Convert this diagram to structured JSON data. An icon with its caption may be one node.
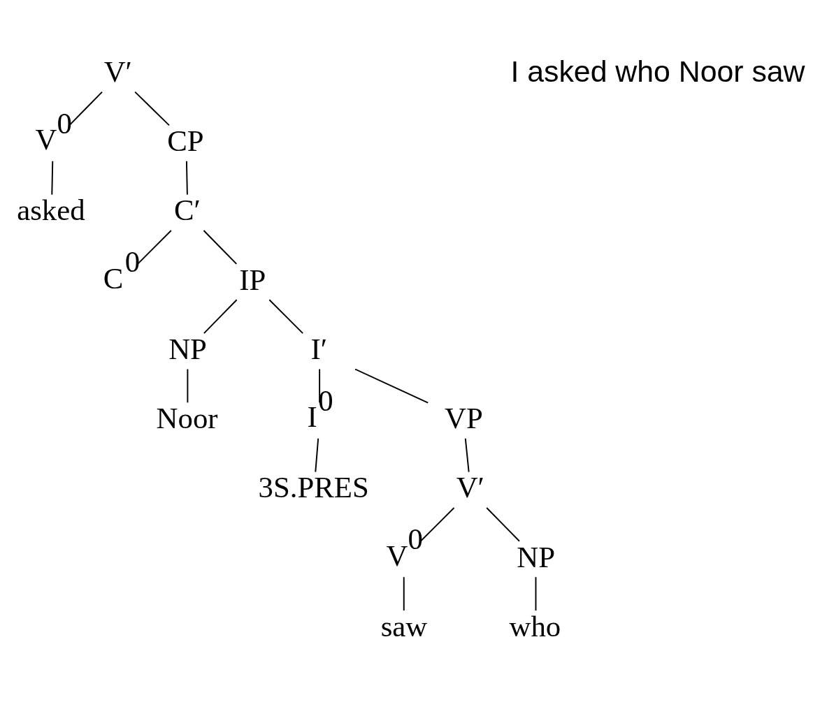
{
  "diagram": {
    "nodes": [
      {
        "text": [
          "V′"
        ]
      },
      {
        "text": [
          "V$^{0}$"
        ]
      },
      {
        "text": [
          "CP"
        ]
      },
      {
        "text": [
          "asked"
        ]
      },
      {
        "text": [
          "C′"
        ]
      },
      {
        "text": [
          "C$^{0}$"
        ]
      },
      {
        "text": [
          "IP"
        ]
      },
      {
        "text": [
          "NP"
        ]
      },
      {
        "text": [
          "I′"
        ]
      },
      {
        "text": [
          "Noor"
        ]
      },
      {
        "text": [
          "I$^{0}$"
        ]
      },
      {
        "text": [
          "VP"
        ]
      },
      {
        "text": [
          "3S.PRES"
        ]
      },
      {
        "text": [
          "V′"
        ]
      },
      {
        "text": [
          "V$^{0}$"
        ]
      },
      {
        "text": [
          "NP"
        ]
      },
      {
        "text": [
          "saw"
        ]
      },
      {
        "text": [
          "who"
        ]
      }
    ],
    "edges": [
      {
        "from": 0,
        "to": 1,
        "arrow": "none"
      },
      {
        "from": 0,
        "to": 2,
        "arrow": "none"
      },
      {
        "from": 1,
        "to": 3,
        "arrow": "none"
      },
      {
        "from": 2,
        "to": 4,
        "arrow": "none"
      },
      {
        "from": 4,
        "to": 5,
        "arrow": "none"
      },
      {
        "from": 4,
        "to": 6,
        "arrow": "none"
      },
      {
        "from": 6,
        "to": 7,
        "arrow": "none"
      },
      {
        "from": 6,
        "to": 8,
        "arrow": "none"
      },
      {
        "from": 7,
        "to": 9,
        "arrow": "none"
      },
      {
        "from": 8,
        "to": 10,
        "arrow": "none"
      },
      {
        "from": 8,
        "to": 11,
        "arrow": "none"
      },
      {
        "from": 10,
        "to": 12,
        "arrow": "none"
      },
      {
        "from": 11,
        "to": 13,
        "arrow": "none"
      },
      {
        "from": 13,
        "to": 14,
        "arrow": "none"
      },
      {
        "from": 13,
        "to": 15,
        "arrow": "none"
      },
      {
        "from": 14,
        "to": 16,
        "arrow": "none"
      },
      {
        "from": 15,
        "to": 17,
        "arrow": "none"
      }
    ],
    "labels": [
      "I asked who Noor saw"
    ]
  }
}
